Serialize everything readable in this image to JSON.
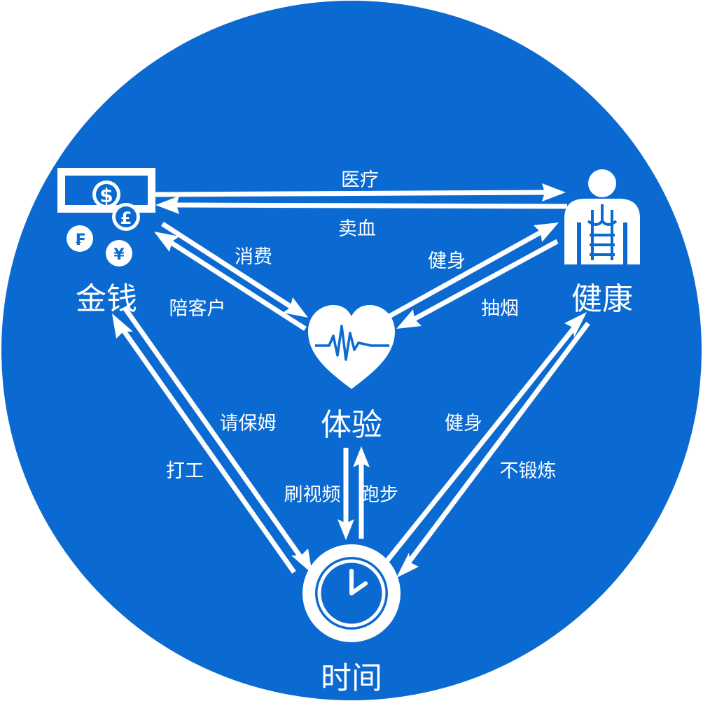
{
  "colors": {
    "background_circle": "#0A6AD1",
    "foreground": "#FFFFFF"
  },
  "nodes": {
    "money": {
      "label": "金钱",
      "icon": "money-bill-currency-icon"
    },
    "health": {
      "label": "健康",
      "icon": "human-body-organs-icon"
    },
    "experience": {
      "label": "体验",
      "icon": "heart-heartbeat-icon"
    },
    "time": {
      "label": "时间",
      "icon": "clock-icon"
    }
  },
  "edges": {
    "money_to_health": "医疗",
    "health_to_money": "卖血",
    "money_to_experience": "消费",
    "experience_to_money": "陪客户",
    "experience_to_health": "健身",
    "health_to_experience": "抽烟",
    "money_to_time": "请保姆",
    "time_to_money": "打工",
    "time_to_health": "健身",
    "health_to_time": "不锻炼",
    "time_to_experience": "跑步",
    "experience_to_time": "刷视频"
  },
  "currency_symbols": {
    "dollar": "$",
    "pound": "£",
    "franc": "₣",
    "yen": "¥"
  }
}
